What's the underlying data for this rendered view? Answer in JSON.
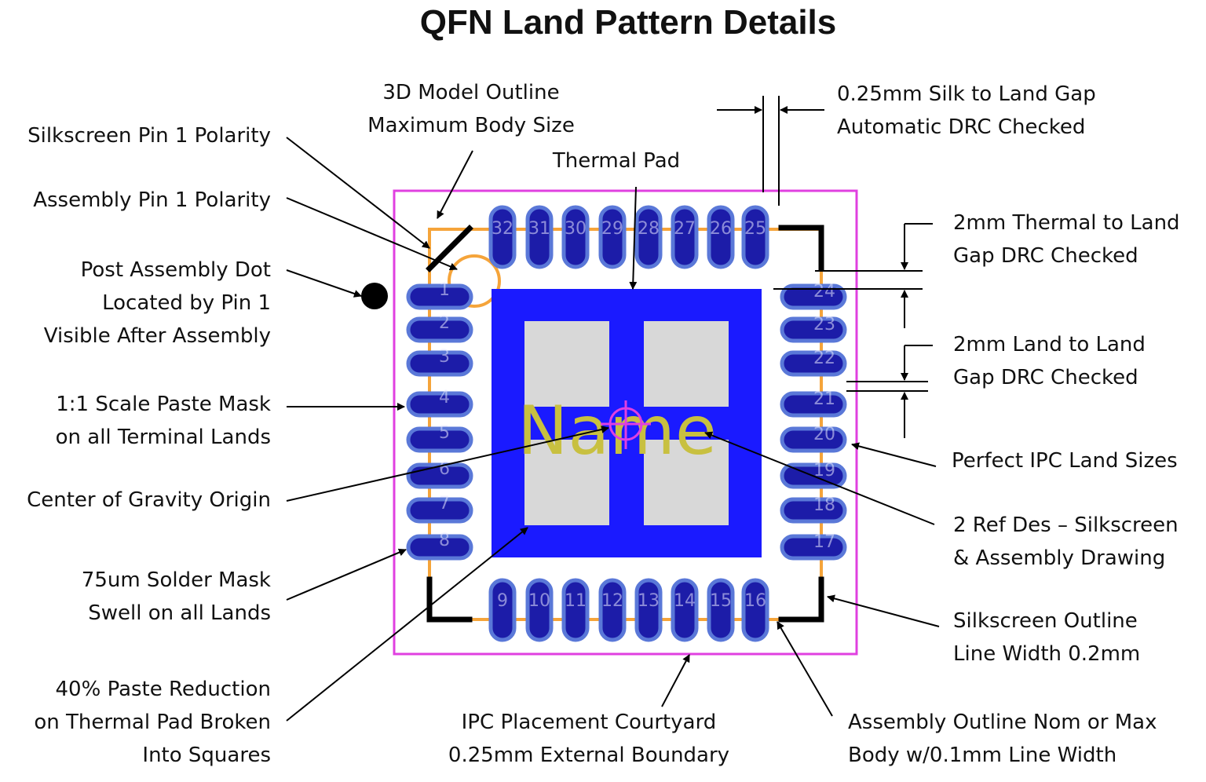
{
  "title": "QFN Land Pattern Details",
  "name_text": "Name",
  "colors": {
    "courtyard": "#e040e0",
    "thermal_pad": "#1a1aff",
    "land_fill": "#1c1ca8",
    "land_outline": "#5a78d8",
    "assembly_outline": "#f5a43a",
    "silkscreen": "#000000",
    "paste": "#d8d8d8",
    "name_text": "#c8c040",
    "center_marker": "#e040e0"
  },
  "pin_numbers": {
    "left": [
      "1",
      "2",
      "3",
      "4",
      "5",
      "6",
      "7",
      "8"
    ],
    "bottom": [
      "9",
      "10",
      "11",
      "12",
      "13",
      "14",
      "15",
      "16"
    ],
    "right": [
      "17",
      "18",
      "19",
      "20",
      "21",
      "22",
      "23",
      "24"
    ],
    "top": [
      "25",
      "26",
      "27",
      "28",
      "29",
      "30",
      "31",
      "32"
    ]
  },
  "labels": {
    "model_outline": [
      "3D Model Outline",
      "Maximum Body Size"
    ],
    "silk_gap": [
      "0.25mm Silk to Land Gap",
      "Automatic DRC Checked"
    ],
    "silk_pin1": [
      "Silkscreen Pin 1 Polarity"
    ],
    "thermal_pad": [
      "Thermal Pad"
    ],
    "assembly_pin1": [
      "Assembly Pin 1 Polarity"
    ],
    "thermal_land": [
      "2mm Thermal to Land",
      "Gap DRC Checked"
    ],
    "post_dot": [
      "Post Assembly Dot",
      "Located by Pin 1",
      "Visible After Assembly"
    ],
    "land_land": [
      "2mm Land to Land",
      "Gap DRC Checked"
    ],
    "paste_mask": [
      "1:1 Scale Paste Mask",
      "on all Terminal Lands"
    ],
    "ipc_sizes": [
      "Perfect IPC Land Sizes"
    ],
    "cog": [
      "Center of Gravity Origin"
    ],
    "ref_des": [
      "2 Ref Des – Silkscreen",
      "& Assembly Drawing"
    ],
    "solder_mask": [
      "75um Solder Mask",
      "Swell on all Lands"
    ],
    "silk_outline": [
      "Silkscreen Outline",
      "Line Width 0.2mm"
    ],
    "paste_reduction": [
      "40% Paste Reduction",
      "on Thermal Pad Broken",
      "Into Squares"
    ],
    "courtyard": [
      "IPC Placement Courtyard",
      "0.25mm External Boundary"
    ],
    "assembly_outline": [
      "Assembly Outline Nom or Max",
      "Body w/0.1mm Line Width"
    ]
  }
}
